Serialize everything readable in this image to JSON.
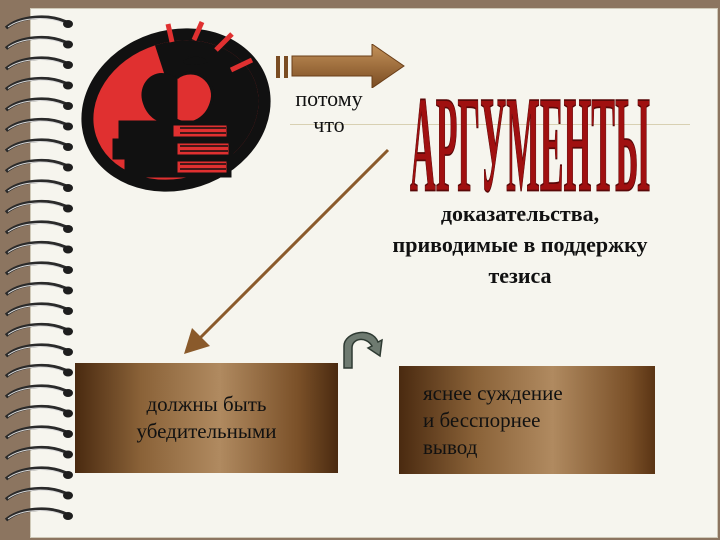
{
  "because_text": "потому\nчто",
  "title": "АРГУМЕНТЫ",
  "definition": "доказательства,\nприводимые в поддержку\nтезиса",
  "left_box_text": "должны быть\nубедительными",
  "right_box_text": "яснее суждение\nи бесспорнее\nвывод",
  "colors": {
    "paper": "#f6f5ee",
    "background": "#8c7560",
    "title_red": "#a01010",
    "arrow_brown": "#8a5a2b",
    "emblem_red": "#e03030"
  },
  "icons": {
    "emblem": "apple-on-books-icon",
    "right_arrow": "arrow-right-icon",
    "diagonal_arrow": "arrow-down-left-icon",
    "cycle": "cycle-arrow-icon",
    "rings": "spiral-binding-icon"
  }
}
